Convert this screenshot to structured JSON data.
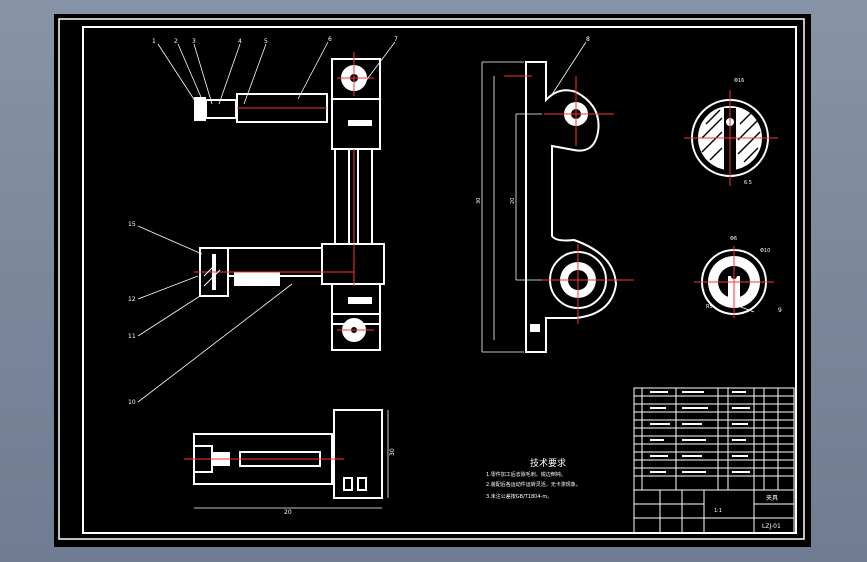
{
  "drawing": {
    "tech_requirements": {
      "title": "技术要求",
      "lines": [
        "1.零件加工后去除毛刺，锐边倒钝。",
        "2.装配后各运动件运转灵活，无卡滞现象。",
        "3.未注公差按GB/T1804-m。"
      ]
    },
    "part_balloons": [
      "1",
      "2",
      "3",
      "4",
      "5",
      "6",
      "7",
      "8",
      "9",
      "10",
      "11",
      "12",
      "15"
    ],
    "dimensions": [
      "30",
      "20",
      "Φ16",
      "Φ6",
      "Φ10",
      "6.5",
      "R5"
    ],
    "title_block": {
      "drawing_number": "LZJ-01",
      "name": "夹具",
      "scale": "1:1"
    }
  }
}
